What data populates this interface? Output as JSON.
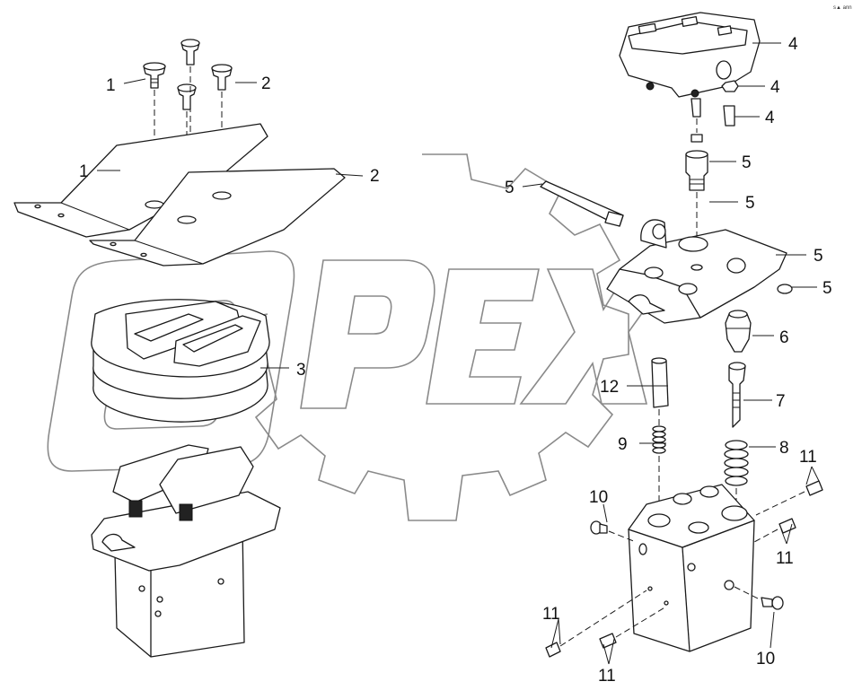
{
  "corner_mark": "s▲ ann",
  "callouts": {
    "c1a": "1",
    "c1b": "1",
    "c2a": "2",
    "c2b": "2",
    "c3": "3",
    "c4a": "4",
    "c4b": "4",
    "c4c": "4",
    "c5a": "5",
    "c5b": "5",
    "c5c": "5",
    "c5d": "5",
    "c5e": "5",
    "c6": "6",
    "c7": "7",
    "c8": "8",
    "c9": "9",
    "c10a": "10",
    "c10b": "10",
    "c11a": "11",
    "c11b": "11",
    "c11c": "11",
    "c11d": "11",
    "c12": "12"
  },
  "watermark": {
    "text": "OPEX",
    "color": "#8a8a8a"
  },
  "colors": {
    "line": "#1a1a1a",
    "background": "#ffffff"
  }
}
